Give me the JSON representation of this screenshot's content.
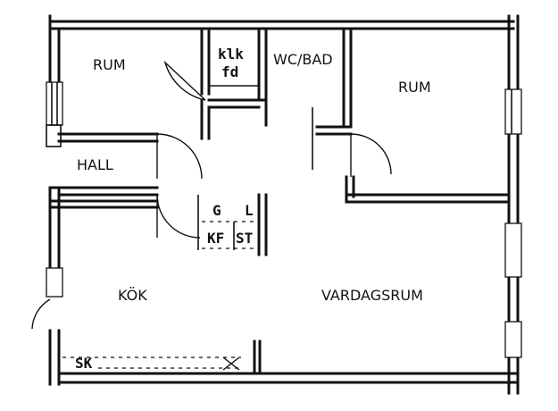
{
  "rooms": {
    "rum_left": "RUM",
    "wc_bad": "WC/BAD",
    "rum_right": "RUM",
    "hall": "HALL",
    "kok": "KÖK",
    "vardagsrum": "VARDAGSRUM"
  },
  "fixtures": {
    "klk_top": "klk",
    "klk_bottom": "fd",
    "g": "G",
    "l": "L",
    "kf": "KF",
    "st": "ST",
    "sk": "SK"
  }
}
